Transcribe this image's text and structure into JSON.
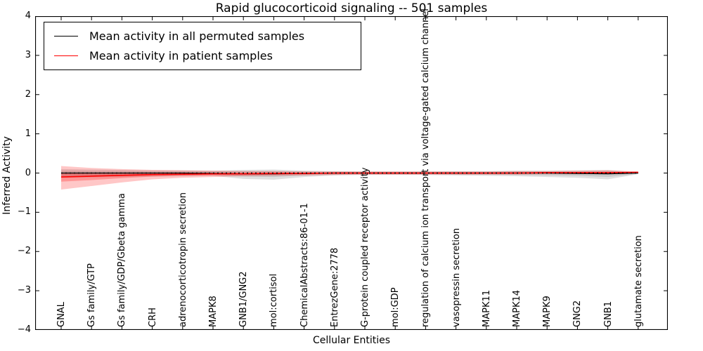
{
  "chart_data": {
    "type": "line",
    "title": "Rapid glucocorticoid signaling -- 501 samples",
    "xlabel": "Cellular Entities",
    "ylabel": "Inferred Activity",
    "ylim": [
      -4,
      4
    ],
    "yticks": [
      4,
      3,
      2,
      1,
      0,
      -1,
      -2,
      -3,
      -4
    ],
    "ytick_labels": [
      "4",
      "3",
      "2",
      "1",
      "0",
      "−1",
      "−2",
      "−3",
      "−4"
    ],
    "grid": false,
    "legend_position": "upper left",
    "zero_line": {
      "y": 0,
      "style": "dotted",
      "color": "#000000"
    },
    "categories": [
      "GNAL",
      "Gs family/GTP",
      "Gs family/GDP/Gbeta gamma",
      "CRH",
      "adrenocorticotropin secretion",
      "MAPK8",
      "GNB1/GNG2",
      "mol:cortisol",
      "ChemicalAbstracts:86-01-1",
      "EntrezGene:2778",
      "G-protein coupled receptor activity",
      "mol:GDP",
      "regulation of calcium ion transport via voltage-gated calcium channel",
      "vasopressin secretion",
      "MAPK11",
      "MAPK14",
      "MAPK9",
      "GNG2",
      "GNB1",
      "glutamate secretion"
    ],
    "series": [
      {
        "name": "Mean activity in all permuted samples",
        "color": "#000000",
        "band_color": "#000000",
        "band_alpha": 0.12,
        "inner_band_alpha": 0.1,
        "mean": [
          0,
          0,
          0,
          0,
          0,
          -0.01,
          -0.02,
          -0.02,
          -0.01,
          0,
          0,
          0,
          0,
          0,
          0,
          0,
          0,
          -0.01,
          -0.02,
          0
        ],
        "band_upper": [
          0.1,
          0.09,
          0.08,
          0.07,
          0.07,
          0.06,
          0.08,
          0.09,
          0.06,
          0.05,
          0.04,
          0.04,
          0.04,
          0.05,
          0.05,
          0.06,
          0.06,
          0.07,
          0.08,
          0.02
        ],
        "band_lower": [
          -0.12,
          -0.11,
          -0.1,
          -0.09,
          -0.08,
          -0.07,
          -0.15,
          -0.17,
          -0.1,
          -0.06,
          -0.05,
          -0.05,
          -0.05,
          -0.06,
          -0.07,
          -0.08,
          -0.1,
          -0.12,
          -0.16,
          -0.03
        ],
        "inner_band_upper": [
          0.06,
          0.05,
          0.05,
          0.04,
          0.04,
          0.04,
          0.05,
          0.05,
          0.04,
          0.03,
          0.03,
          0.03,
          0.03,
          0.03,
          0.03,
          0.04,
          0.04,
          0.04,
          0.05,
          0.01
        ],
        "inner_band_lower": [
          -0.07,
          -0.06,
          -0.06,
          -0.05,
          -0.05,
          -0.04,
          -0.09,
          -0.1,
          -0.06,
          -0.04,
          -0.03,
          -0.03,
          -0.03,
          -0.04,
          -0.04,
          -0.05,
          -0.06,
          -0.07,
          -0.1,
          -0.02
        ]
      },
      {
        "name": "Mean activity in patient samples",
        "color": "#ff0000",
        "band_color": "#ff0000",
        "band_alpha": 0.22,
        "inner_band_alpha": 0.25,
        "mean": [
          -0.1,
          -0.08,
          -0.06,
          -0.04,
          -0.03,
          -0.02,
          -0.02,
          -0.01,
          -0.01,
          0,
          0,
          0,
          0,
          0,
          0,
          0,
          0.01,
          0.01,
          0.01,
          0.02
        ],
        "band_upper": [
          0.18,
          0.13,
          0.1,
          0.08,
          0.07,
          0.06,
          0.05,
          0.05,
          0.04,
          0.04,
          0.04,
          0.04,
          0.04,
          0.04,
          0.04,
          0.05,
          0.05,
          0.06,
          0.07,
          0.04
        ],
        "band_lower": [
          -0.42,
          -0.33,
          -0.24,
          -0.16,
          -0.12,
          -0.1,
          -0.08,
          -0.07,
          -0.06,
          -0.05,
          -0.04,
          -0.04,
          -0.04,
          -0.04,
          -0.04,
          -0.04,
          -0.03,
          -0.03,
          -0.02,
          0.0
        ],
        "inner_band_upper": [
          0.01,
          0.0,
          0.0,
          0.01,
          0.01,
          0.01,
          0.01,
          0.01,
          0.01,
          0.01,
          0.01,
          0.01,
          0.01,
          0.01,
          0.01,
          0.02,
          0.02,
          0.02,
          0.03,
          0.03
        ],
        "inner_band_lower": [
          -0.22,
          -0.18,
          -0.13,
          -0.09,
          -0.07,
          -0.06,
          -0.05,
          -0.04,
          -0.03,
          -0.02,
          -0.02,
          -0.02,
          -0.02,
          -0.02,
          -0.02,
          -0.02,
          -0.01,
          -0.01,
          -0.01,
          0.01
        ]
      }
    ]
  }
}
